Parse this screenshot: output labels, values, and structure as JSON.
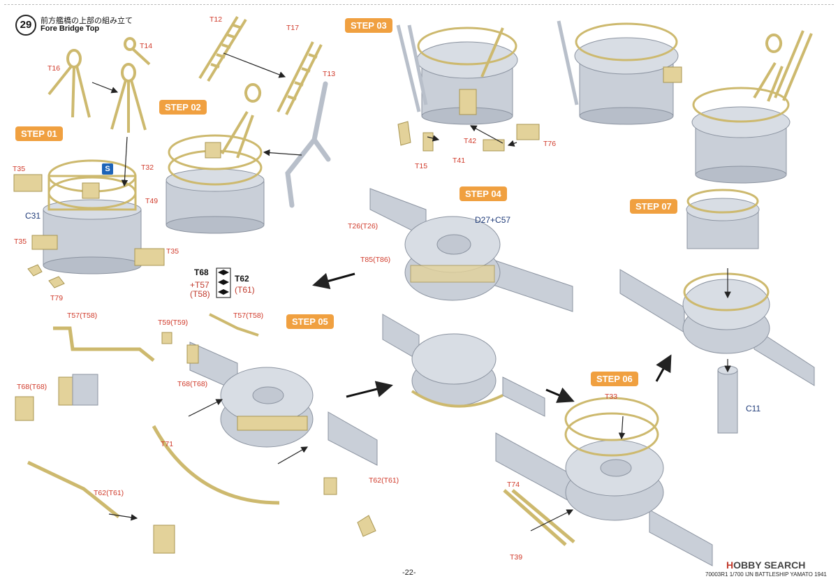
{
  "header": {
    "step_number": "29",
    "title_jp": "前方艦橋の上部の組み立て",
    "title_en": "Fore Bridge Top"
  },
  "steps": [
    "STEP 01",
    "STEP 02",
    "STEP 03",
    "STEP 04",
    "STEP 05",
    "STEP 06",
    "STEP 07"
  ],
  "parts": {
    "T16": "T16",
    "T14": "T14",
    "T12": "T12",
    "T17": "T17",
    "T13": "T13",
    "T35a": "T35",
    "T32": "T32",
    "C31": "C31",
    "T49": "T49",
    "T35b": "T35",
    "T35c": "T35",
    "T79": "T79",
    "T15": "T15",
    "T41": "T41",
    "T42": "T42",
    "T76": "T76",
    "T26": "T26(T26)",
    "D27C57": "D27+C57",
    "T85": "T85(T86)",
    "T68": "T68",
    "T57p": "+T57",
    "T58p": "(T58)",
    "T62": "T62",
    "T61p": "(T61)",
    "T57a": "T57(T58)",
    "T59": "T59(T59)",
    "T57b": "T57(T58)",
    "T68a": "T68(T68)",
    "T68b": "T68(T68)",
    "T71": "T71",
    "T62a": "T62(T61)",
    "T62b": "T62(T61)",
    "T33": "T33",
    "T74": "T74",
    "T39": "T39",
    "C11": "C11"
  },
  "s_mark": "S",
  "page_number": "-22-",
  "footer_text": "70003R1   1/700 IJN BATTLESHIP YAMATO 1941",
  "watermark_a": "H",
  "watermark_b": "OBBY SEARCH",
  "colors": {
    "step_badge": "#f0a040",
    "label": "#d03a2a",
    "part_tan": "#e3d29a",
    "part_grey": "#c9cfd8"
  }
}
